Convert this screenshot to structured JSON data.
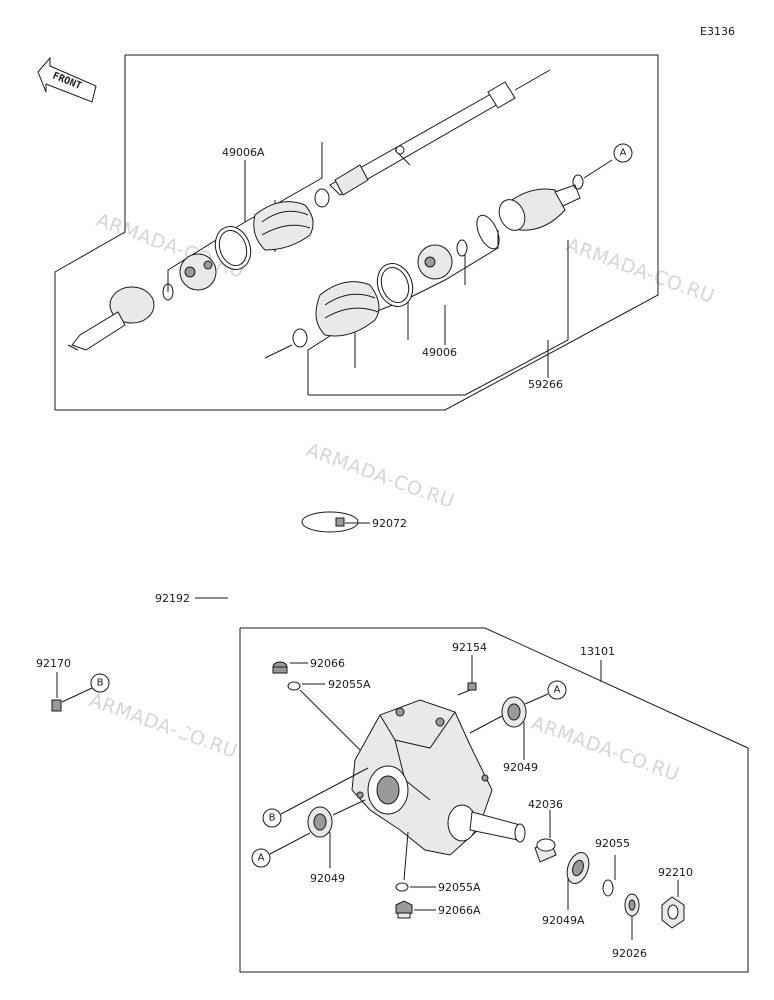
{
  "diagram_code": "E3136",
  "front_label": "FRONT",
  "watermark": "ARMADA-CO.RU",
  "parts": {
    "p49006A": "49006A",
    "p49006": "49006",
    "p59266": "59266",
    "p92072": "92072",
    "p92192": "92192",
    "p92170": "92170",
    "p92066": "92066",
    "p92055A_top": "92055A",
    "p92154": "92154",
    "p13101": "13101",
    "p92049_right": "92049",
    "p92049_left": "92049",
    "p42036": "42036",
    "p92055": "92055",
    "p92210": "92210",
    "p92055A_bottom": "92055A",
    "p92066A": "92066A",
    "p92049A": "92049A",
    "p92026": "92026"
  },
  "callouts": {
    "A": "A",
    "B": "B"
  }
}
